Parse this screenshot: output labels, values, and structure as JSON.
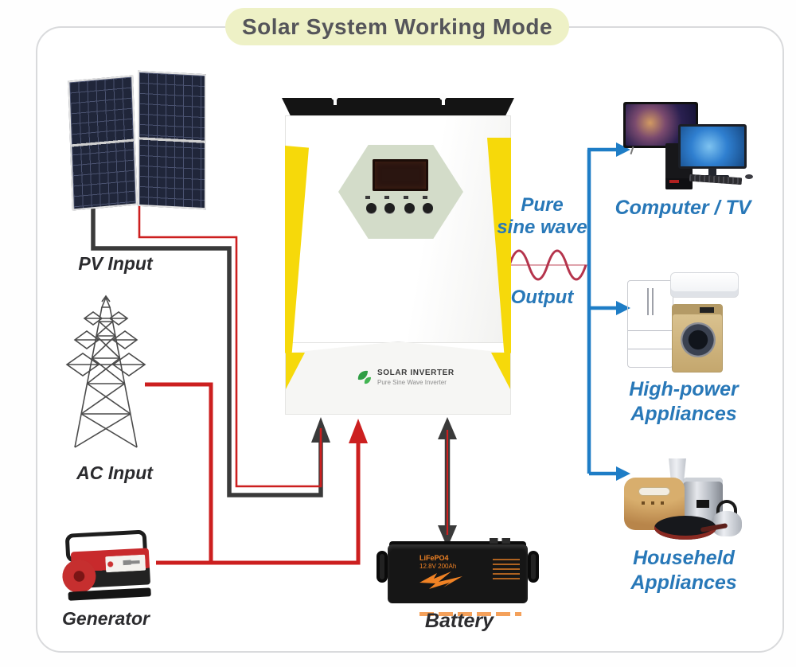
{
  "title": "Solar System Working Mode",
  "labels": {
    "pv": "PV Input",
    "ac": "AC Input",
    "generator": "Generator",
    "battery": "Battery",
    "computer_tv": "Computer / TV",
    "high_power_1": "High-power",
    "high_power_2": "Appliances",
    "household_1": "Househeld",
    "household_2": "Appliances",
    "output_1": "Pure",
    "output_2": "sine wave",
    "output_3": "Output"
  },
  "inverter": {
    "brand": "SOLAR INVERTER",
    "tagline": "Pure Sine Wave Inverter"
  },
  "battery_unit": {
    "chemistry": "LiFePO4",
    "spec": "12.8V 200Ah"
  },
  "colors": {
    "banner_bg": "#eef1c6",
    "label_blue": "#2878b8",
    "wire_red": "#cc1f1f",
    "wire_black": "#3a3a3a",
    "line_blue": "#1e7dc6",
    "sine_red": "#b5344c",
    "inverter_yellow": "#f6d90a"
  }
}
